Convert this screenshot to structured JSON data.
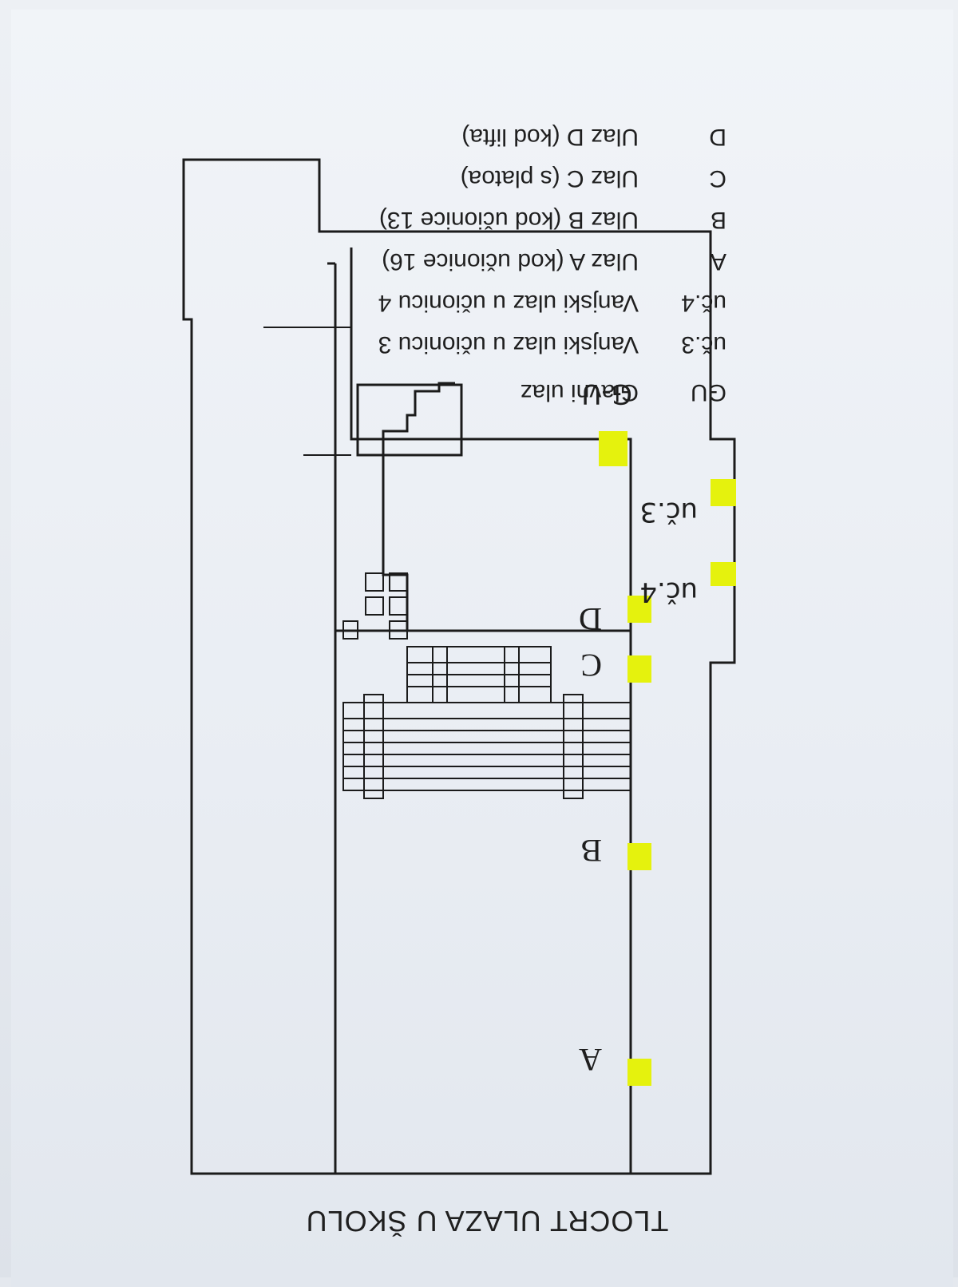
{
  "title": "TLOCRT ULAZA U ŠKOLU",
  "plan_labels": {
    "a": "A",
    "b": "B",
    "c": "C",
    "d": "D",
    "gu": "G-U",
    "uc4": "uč.4",
    "uc3": "uč.3"
  },
  "legend": [
    {
      "code": "GU",
      "text": "Glavni ulaz"
    },
    {
      "code": "uč.3",
      "text": "Vanjski ulaz u učionicu 3"
    },
    {
      "code": "uč.4",
      "text": "Vanjski ulaz u učionicu 4"
    },
    {
      "code": "A",
      "text": "Ulaz A (kod učionice 16)"
    },
    {
      "code": "B",
      "text": "Ulaz B (kod učionice 13)"
    },
    {
      "code": "C",
      "text": "Ulaz C (s platoa)"
    },
    {
      "code": "D",
      "text": "Ulaz D (kod lifta)"
    }
  ],
  "colors": {
    "highlight": "#e5f20d",
    "ink": "#1b1b1b",
    "paper": "#eef1f5"
  }
}
